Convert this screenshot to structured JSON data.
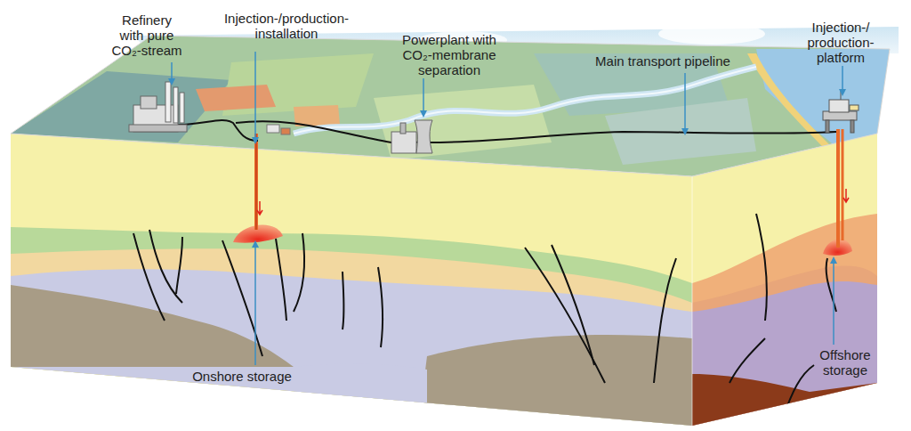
{
  "diagram": {
    "labels": [
      "Refinery with pure CO₂-stream",
      "Injection-/production- installation",
      "Powerplant with CO₂-membrane separation",
      "Main transport pipeline",
      "Injection-/ production- platform",
      "Onshore storage",
      "Offshore storage"
    ]
  }
}
